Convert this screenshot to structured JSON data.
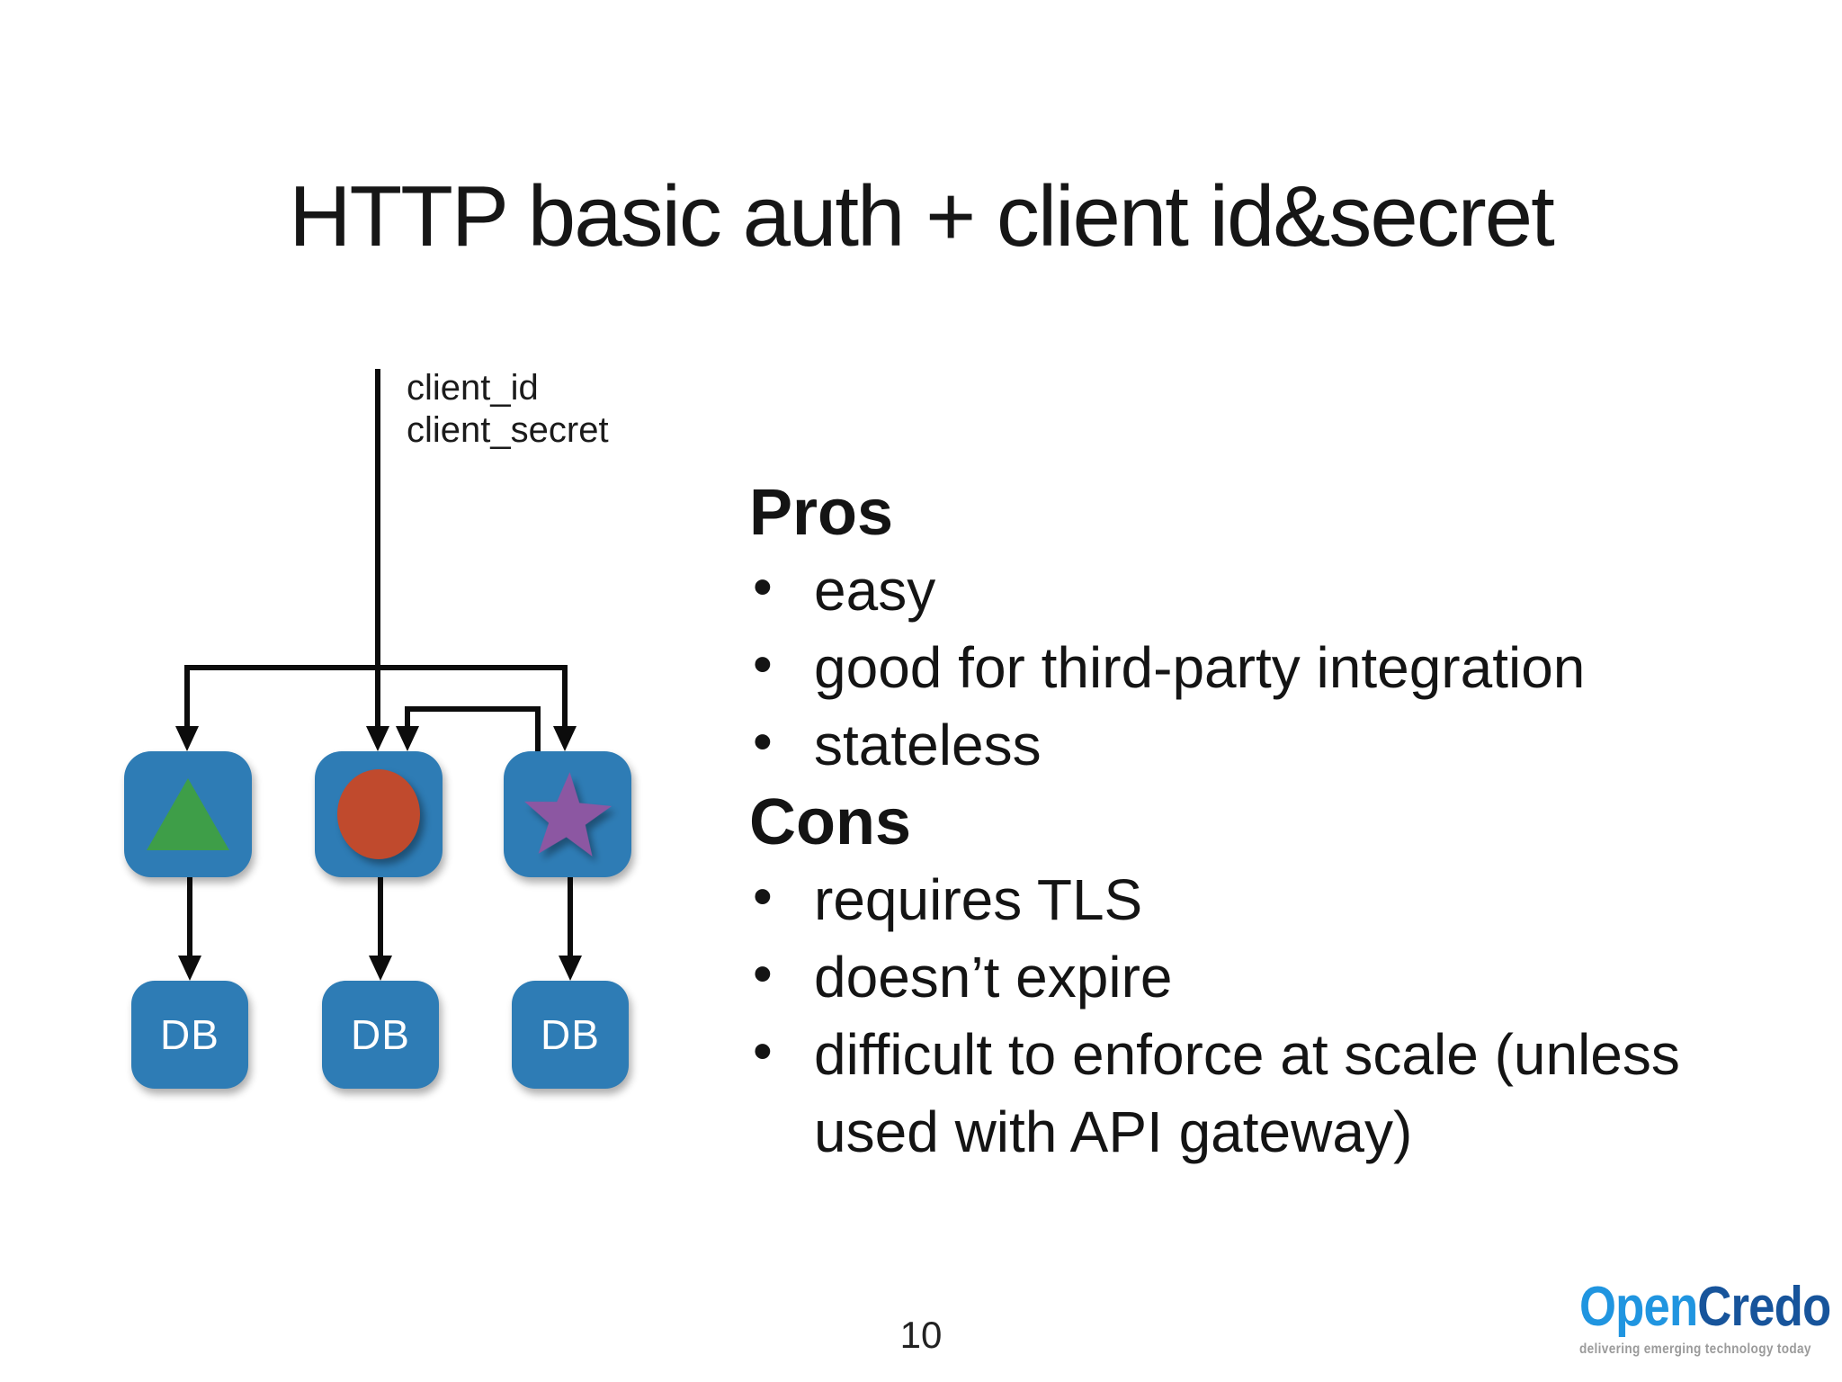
{
  "slide": {
    "title": "HTTP basic auth + client id&secret",
    "page_number": "10",
    "background_color": "#ffffff"
  },
  "diagram": {
    "credential_labels": {
      "line1": "client_id",
      "line2": "client_secret"
    },
    "line_color": "#0c0c0c",
    "box_color": "#2e7cb5",
    "services": [
      {
        "shape": "triangle",
        "shape_color": "#3e9e48"
      },
      {
        "shape": "circle",
        "shape_color": "#c04a2d"
      },
      {
        "shape": "star",
        "shape_color": "#8c57a2"
      }
    ],
    "db_label": "DB"
  },
  "pros": {
    "heading": "Pros",
    "items": [
      "easy",
      "good for third-party integration",
      "stateless"
    ]
  },
  "cons": {
    "heading": "Cons",
    "items": [
      "requires TLS",
      "doesn’t expire",
      "difficult to enforce at scale (unless used with API gateway)"
    ]
  },
  "logo": {
    "word_part1": "Open",
    "word_part2": "Credo",
    "part1_color": "#2095e0",
    "part2_color": "#17549b",
    "tagline": "delivering emerging technology today",
    "tagline_color": "#9b9b9b"
  }
}
